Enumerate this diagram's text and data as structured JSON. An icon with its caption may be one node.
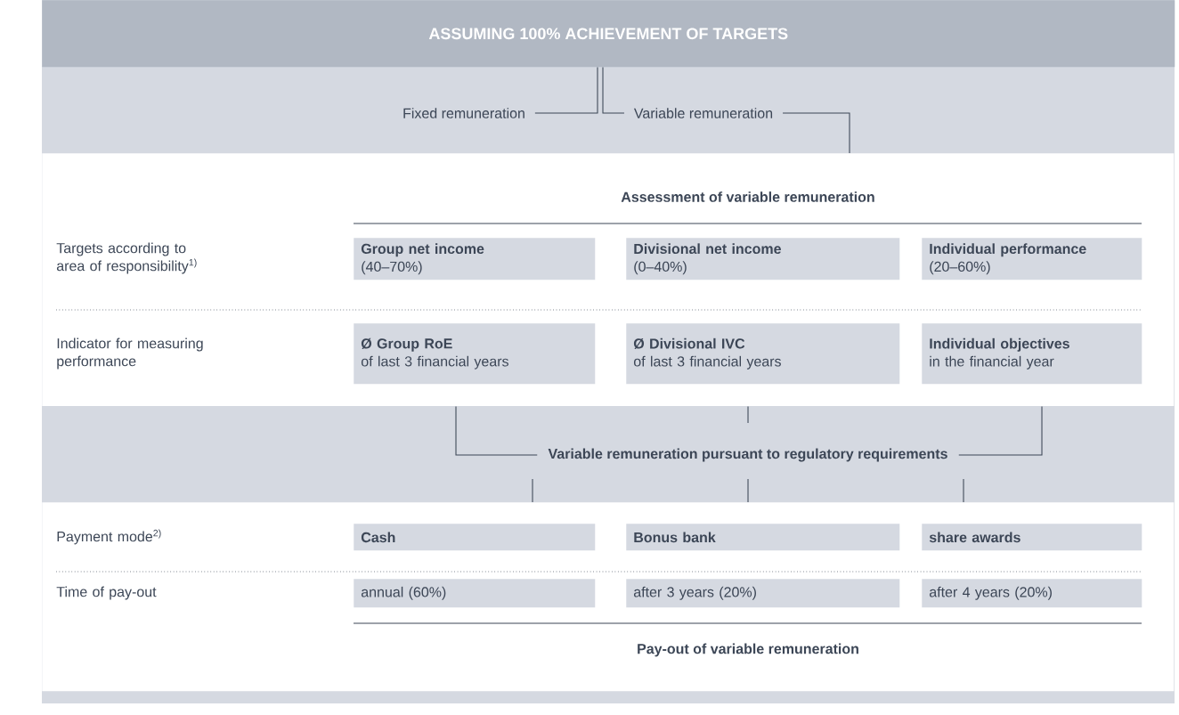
{
  "diagram": {
    "nodes": [
      {
        "text": [
          "ASSUMING 100% ACHIEVEMENT OF TARGETS"
        ]
      },
      {
        "text": [
          "Fixed remuneration"
        ]
      },
      {
        "text": [
          "Variable remuneration"
        ]
      },
      {
        "text": [
          "Assessment of variable remuneration"
        ]
      },
      {
        "text": [
          "Group net income",
          "(40–70%)"
        ],
        "in": 3
      },
      {
        "text": [
          "Divisional net income",
          "(0–40%)"
        ],
        "in": 3
      },
      {
        "text": [
          "Individual performance",
          "(20–60%)"
        ],
        "in": 3
      },
      {
        "text": [
          "Ø Group RoE",
          "of last 3 financial years"
        ],
        "in": 3
      },
      {
        "text": [
          "Ø Divisional IVC",
          "of last 3 financial years"
        ],
        "in": 3
      },
      {
        "text": [
          "Individual objectives",
          "in the financial year"
        ],
        "in": 3
      },
      {
        "text": [
          "Variable remuneration pursuant to regulatory requirements"
        ]
      },
      {
        "text": [
          "Pay-out of variable remuneration"
        ]
      },
      {
        "text": [
          "Cash"
        ],
        "in": 11
      },
      {
        "text": [
          "Bonus bank"
        ],
        "in": 11
      },
      {
        "text": [
          "share awards"
        ],
        "in": 11
      },
      {
        "text": [
          "annual (60%)"
        ],
        "in": 11
      },
      {
        "text": [
          "after 3 years (20%)"
        ],
        "in": 11
      },
      {
        "text": [
          "after 4 years (20%)"
        ],
        "in": 11
      }
    ],
    "edges": [
      {
        "from": 0,
        "to": 1,
        "arrow": "none"
      },
      {
        "from": 0,
        "to": 2,
        "arrow": "none"
      },
      {
        "from": 2,
        "to": 3,
        "arrow": "none"
      },
      {
        "from": 3,
        "to": 10,
        "arrow": "none"
      },
      {
        "from": 3,
        "to": 10,
        "arrow": "none"
      },
      {
        "from": 3,
        "to": 10,
        "arrow": "none"
      },
      {
        "from": 10,
        "to": 11,
        "arrow": "none"
      },
      {
        "from": 10,
        "to": 11,
        "arrow": "none"
      },
      {
        "from": 10,
        "to": 11,
        "arrow": "none"
      }
    ],
    "labels": [
      "Targets according to area of responsibility$^{1)}$",
      "Indicator for measuring performance",
      "Payment mode$^{2)}$",
      "Time of pay-out"
    ]
  }
}
